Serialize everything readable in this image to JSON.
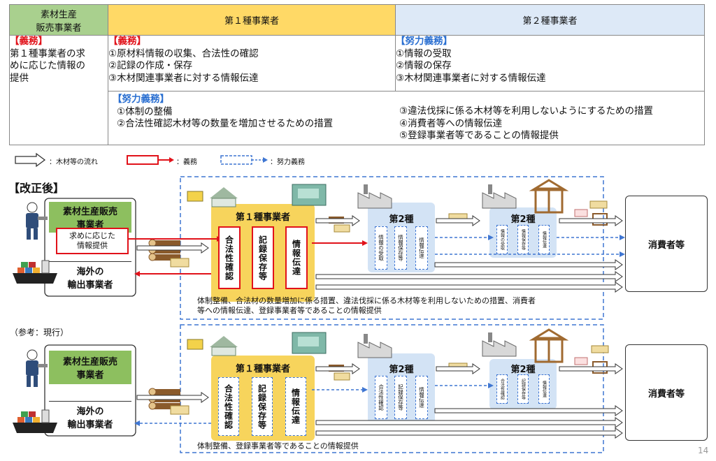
{
  "table": {
    "col1_header": [
      "素材生産",
      "販売事業者"
    ],
    "col2_header": "第１種事業者",
    "col3_header": "第２種事業者",
    "col1_tag": "【義務】",
    "col1_body": [
      "第１種事業者の求",
      "めに応じた情報の",
      "提供"
    ],
    "col2_duty_tag": "【義務】",
    "col2_duty_items": [
      "①原材料情報の収集、合法性の確認",
      "②記録の作成・保存",
      "③木材関連事業者に対する情報伝達"
    ],
    "col2_effort_tag": "【努力義務】",
    "col2_effort_items": [
      "①体制の整備",
      "②合法性確認木材等の数量を増加させるための措置"
    ],
    "col3_effort_tag": "【努力義務】",
    "col3_effort_items": [
      "①情報の受取",
      "②情報の保存",
      "③木材関連事業者に対する情報伝達"
    ],
    "col23_more_items": [
      "③違法伐採に係る木材等を利用しないようにするための措置",
      "④消費者等への情報伝達",
      "⑤登録事業者等であることの情報提供"
    ]
  },
  "legend": {
    "flow": "：木材等の流れ",
    "duty": "：義務",
    "effort": "：努力義務"
  },
  "after": {
    "title": "【改正後】",
    "producer": [
      "素材生産販売",
      "事業者"
    ],
    "request": [
      "求めに応じた",
      "情報提供"
    ],
    "exporter": [
      "海外の",
      "輸出事業者"
    ],
    "first": "第１種事業者",
    "first_items": [
      "合法性確認",
      "記録保存等",
      "情報伝達"
    ],
    "second": "第2種",
    "second_items": [
      "情報の受取",
      "情報保存等",
      "情報伝達"
    ],
    "third_items": [
      "情報の受取",
      "情報保存等",
      "情報伝達"
    ],
    "consumer": "消費者等",
    "note": [
      "体制整備、合法材の数量増加に係る措置、違法伐採に係る木材等を利用しないための措置、消費者",
      "等への情報伝達、登録事業者等であることの情報提供"
    ]
  },
  "before": {
    "title": "（参考：現行）",
    "producer": [
      "素材生産販売",
      "事業者"
    ],
    "exporter": [
      "海外の",
      "輸出事業者"
    ],
    "first": "第１種事業者",
    "first_items": [
      "合法性確認",
      "記録保存等",
      "情報伝達"
    ],
    "second": "第2種",
    "second_items": [
      "合法性確認",
      "記録保存等",
      "情報伝達"
    ],
    "third_items": [
      "合法性確認",
      "記録保存等",
      "情報伝達"
    ],
    "consumer": "消費者等",
    "note": "体制整備、登録事業者等であることの情報提供"
  },
  "page_number": "14",
  "colors": {
    "red": "#e1121a",
    "blue": "#3f76d2",
    "yellow": "#f7d45c",
    "lightblue": "#d3e3f5",
    "green": "#8dbf5f"
  }
}
